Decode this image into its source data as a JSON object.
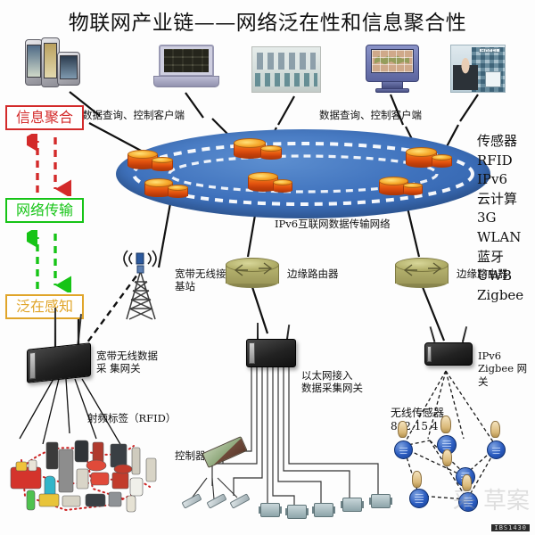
{
  "title": "物联网产业链——网络泛在性和信息聚合性",
  "layers": [
    {
      "id": "info-aggregation",
      "label": "信息聚合",
      "color": "#d32a2a"
    },
    {
      "id": "network-transport",
      "label": "网络传输",
      "color": "#16c416"
    },
    {
      "id": "ubiquitous-sensing",
      "label": "泛在感知",
      "color": "#e0a52a"
    }
  ],
  "tech_list": {
    "items": [
      "传感器",
      "RFID",
      "IPv6",
      "云计算",
      "3G",
      "WLAN",
      "蓝牙",
      "UWB",
      "Zigbee"
    ]
  },
  "clients": {
    "left_caption": "数据查询、控制客户端",
    "right_caption": "数据查询、控制客户端",
    "devices": [
      {
        "id": "smartphones",
        "icon": "smartphone-icon"
      },
      {
        "id": "laptop",
        "icon": "laptop-icon"
      },
      {
        "id": "control-room",
        "icon": "control-room-icon"
      },
      {
        "id": "world-map-monitor",
        "icon": "monitor-icon"
      },
      {
        "id": "hotel-operator",
        "icon": "hotel-desk-icon"
      }
    ]
  },
  "cloud": {
    "label": "IPv6互联网数据传输网络",
    "color": "#3f72bd",
    "router_count": 8
  },
  "edge_routers": [
    {
      "label": "边缘路由器"
    },
    {
      "label": "边缘路由器"
    }
  ],
  "access": {
    "base_station": "宽带无线接入基站",
    "broadband_gateway": "宽带无线数据采\n集网关",
    "ethernet_gateway": "以太网接入\n数据采集网关",
    "zigbee_gateway": "IPv6 Zigbee\n网关"
  },
  "sensing": {
    "rfid_tags": "射频标签（RFID）",
    "controller": "控制器",
    "wireless_sensor": "无线传感器\n802.15.4"
  },
  "watermark": {
    "text": "采 草案",
    "tag": "IBS1430"
  }
}
